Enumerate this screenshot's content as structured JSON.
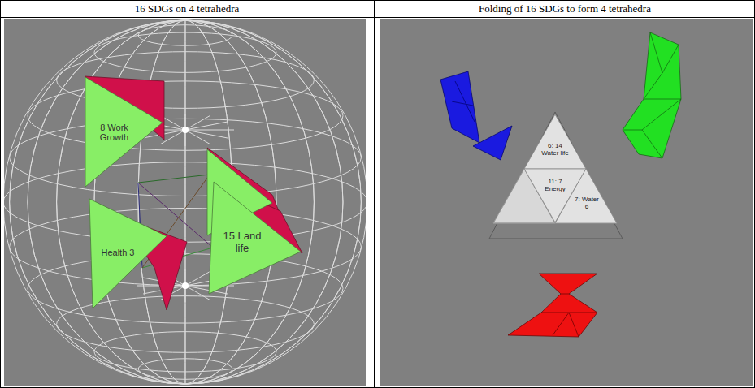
{
  "diagram": {
    "nodes": [
      {
        "text": [
          "8 Work Growth"
        ]
      },
      {
        "text": [
          "15 Land life"
        ]
      },
      {
        "text": [
          "Health 3"
        ]
      },
      {
        "text": [
          "6: 14 Water life"
        ]
      },
      {
        "text": [
          "11: 7 Energy"
        ]
      },
      {
        "text": [
          "7: Water 6"
        ]
      }
    ],
    "labels": [
      "16 SDGs on 4 tetrahedra",
      "Folding of 16 SDGs to form 4 tetrahedra"
    ]
  }
}
